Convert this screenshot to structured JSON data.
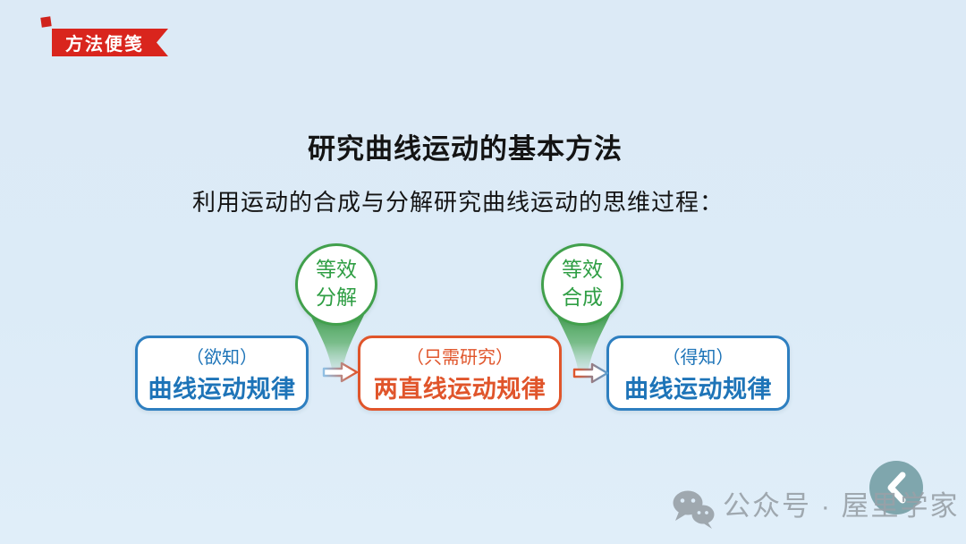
{
  "badge": {
    "label": "方法便笺"
  },
  "title": "研究曲线运动的基本方法",
  "subtitle": "利用运动的合成与分解研究曲线运动的思维过程：",
  "diagram": {
    "bubbles": [
      {
        "line1": "等效",
        "line2": "分解"
      },
      {
        "line1": "等效",
        "line2": "合成"
      }
    ],
    "boxes": [
      {
        "note": "（欲知）",
        "label": "曲线运动规律"
      },
      {
        "note": "（只需研究）",
        "label": "两直线运动规律"
      },
      {
        "note": "（得知）",
        "label": "曲线运动规律"
      }
    ]
  },
  "watermark": {
    "icon": "wechat-icon",
    "text": "公众号 · 屋里学家"
  },
  "nav": {
    "back_icon": "chevron-left"
  },
  "colors": {
    "background": "#dcebf7",
    "badge_red": "#d9251d",
    "blue_accent": "#1e74b8",
    "orange_accent": "#e0552b",
    "green_accent": "#3d9c49",
    "watermark_gray": "#99a1a8",
    "back_button_teal": "#76a0a6"
  }
}
